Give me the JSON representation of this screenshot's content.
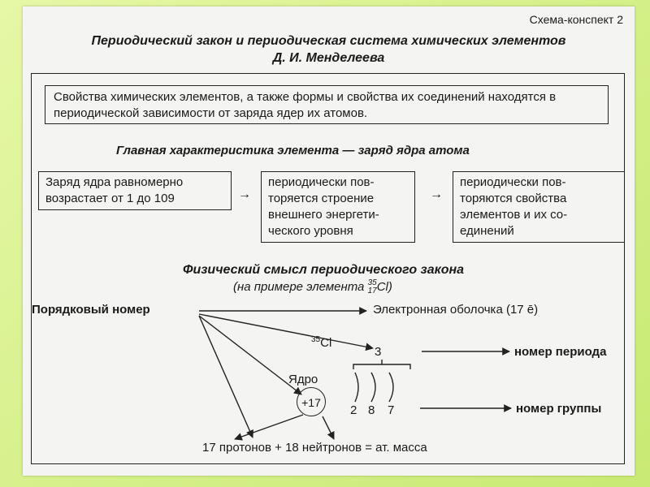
{
  "header": {
    "label": "Схема-конспект 2",
    "title_line1": "Периодический закон и периодическая система химических элементов",
    "title_line2": "Д. И. Менделеева"
  },
  "law_text": "Свойства химических элементов, а также формы и свойства их соединений находятся в периодической зависимости от заряда ядер их атомов.",
  "main_characteristic": "Главная характеристика элемента — заряд ядра атома",
  "chain": {
    "box1_line1": "Заряд ядра равномерно",
    "box1_line2": "возрастает от 1 до 109",
    "box2_line1": "периодически пов-",
    "box2_line2": "торяется строение",
    "box2_line3": "внешнего энергети-",
    "box2_line4": "ческого уровня",
    "box3_line1": "периодически пов-",
    "box3_line2": "торяются свойства",
    "box3_line3": "элементов и их со-",
    "box3_line4": "единений",
    "arrow": "→"
  },
  "physical_meaning": {
    "title": "Физический смысл периодического закона",
    "subtitle_prefix": "(на примере элемента ",
    "mass_number": "35",
    "atomic_number": "17",
    "symbol": "Cl",
    "subtitle_suffix": ")"
  },
  "diagram": {
    "ordinal": "Порядковый номер",
    "shell": "Электронная оболочка (17 ē)",
    "isotope_mass": "35",
    "isotope_symbol": "Cl",
    "period_value": "3",
    "period_label": "номер периода",
    "nucleus_label": "Ядро",
    "nucleus_charge": "+17",
    "e2": "2",
    "e8": "8",
    "e7": "7",
    "group_label": "номер группы",
    "bottom": "17 протонов + 18 нейтронов = ат. масса"
  }
}
